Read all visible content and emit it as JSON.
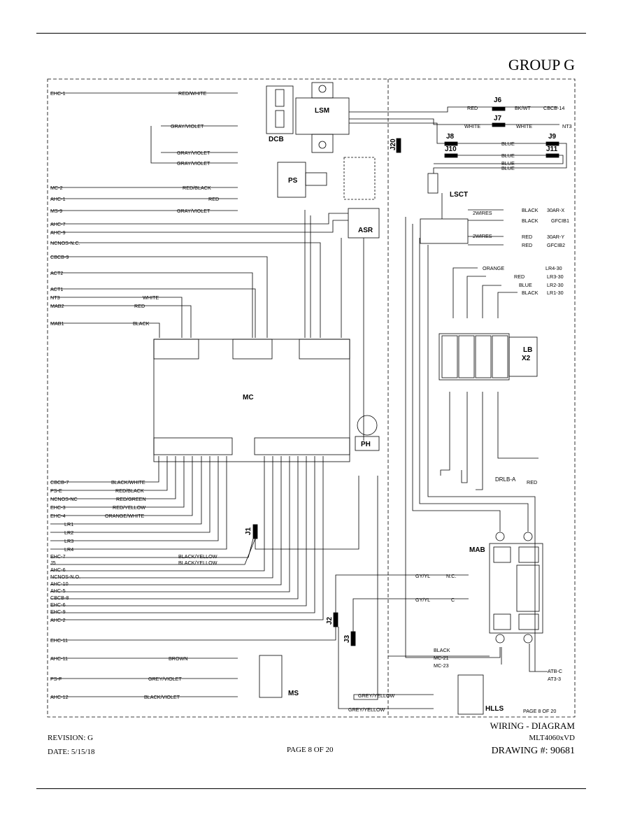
{
  "header": {
    "group": "GROUP G"
  },
  "footer": {
    "diagram_title": "WIRING - DIAGRAM",
    "revision": "REVISION: G",
    "model": "MLT4060xVD",
    "date": "DATE: 5/15/18",
    "page": "PAGE 8 OF 20",
    "drawing": "DRAWING #: 90681"
  },
  "components": {
    "dcb": "DCB",
    "lsm": "LSM",
    "ps": "PS",
    "asr": "ASR",
    "mc": "MC",
    "ph": "PH",
    "lsct": "LSCT",
    "lb": "LB",
    "x2": "X2",
    "mab": "MAB",
    "ms": "MS",
    "hlls": "HLLS",
    "drlb": "DRLB-A",
    "j1": "J1",
    "j2": "J2",
    "j3": "J3",
    "j20": "J20",
    "j6": "J6",
    "j7": "J7",
    "j8": "J8",
    "j9": "J9",
    "j10": "J10",
    "j11": "J11",
    "page_ref": "PAGE 8 OF 20"
  },
  "wires_left": [
    "EHC-1",
    "RED/WHITE",
    "GRAY/VIOLET",
    "GRAY/VIOLET",
    "GRAY/VIOLET",
    "MC-2",
    "RED/BLACK",
    "AHC-1",
    "RED",
    "MS-9",
    "GRAY/VIOLET",
    "AHC-7",
    "AHC-9",
    "NCNOS-N.C.",
    "CBCB-9",
    "ACT2",
    "ACT1",
    "NT3",
    "WHITE",
    "MAB2",
    "RED",
    "MAB1",
    "BLACK"
  ],
  "wires_mc_bottom": [
    "CBCB-7",
    "BLACK/WHITE",
    "PS-E",
    "RED/BLACK",
    "NCNOS-NC",
    "RED/GREEN",
    "EHC-3",
    "RED/YELLOW",
    "EHC-4",
    "ORANGE/WHITE",
    "LR1",
    "LR2",
    "LR3",
    "LR4",
    "EHC-7",
    "BLACK/YELLOW",
    "J5",
    "BLACK/YELLOW",
    "AHC-6",
    "NCNOS-N.O.",
    "AHC-10",
    "AHC-5",
    "CBCB-8",
    "EHC-6",
    "EHC-9",
    "AHC-2",
    "EHC-11",
    "AHC-11",
    "BROWN",
    "PS-F",
    "GREY/VIOLET",
    "AHC-12",
    "BLACK/VIOLET"
  ],
  "wires_right": [
    "RED",
    "BK/WT",
    "CBCB-14",
    "WHITE",
    "WHITE",
    "NT3",
    "BLUE",
    "BLUE",
    "BLUE",
    "BLUE",
    "BLACK",
    "30AR-X",
    "BLACK",
    "GFCIB1",
    "RED",
    "30AR-Y",
    "RED",
    "GFCIB2",
    "ORANGE",
    "LR4-30",
    "RED",
    "LR3-30",
    "BLUE",
    "LR2-30",
    "BLACK",
    "LR1-30",
    "GY/YL",
    "N.C.",
    "GY/YL",
    "C",
    "BLACK",
    "MC-21",
    "MC-23",
    "ATB-C",
    "AT3-3",
    "GREY/YELLOW",
    "GREY/YELLOW",
    "RED",
    "2WIRES",
    "2WIRES"
  ]
}
